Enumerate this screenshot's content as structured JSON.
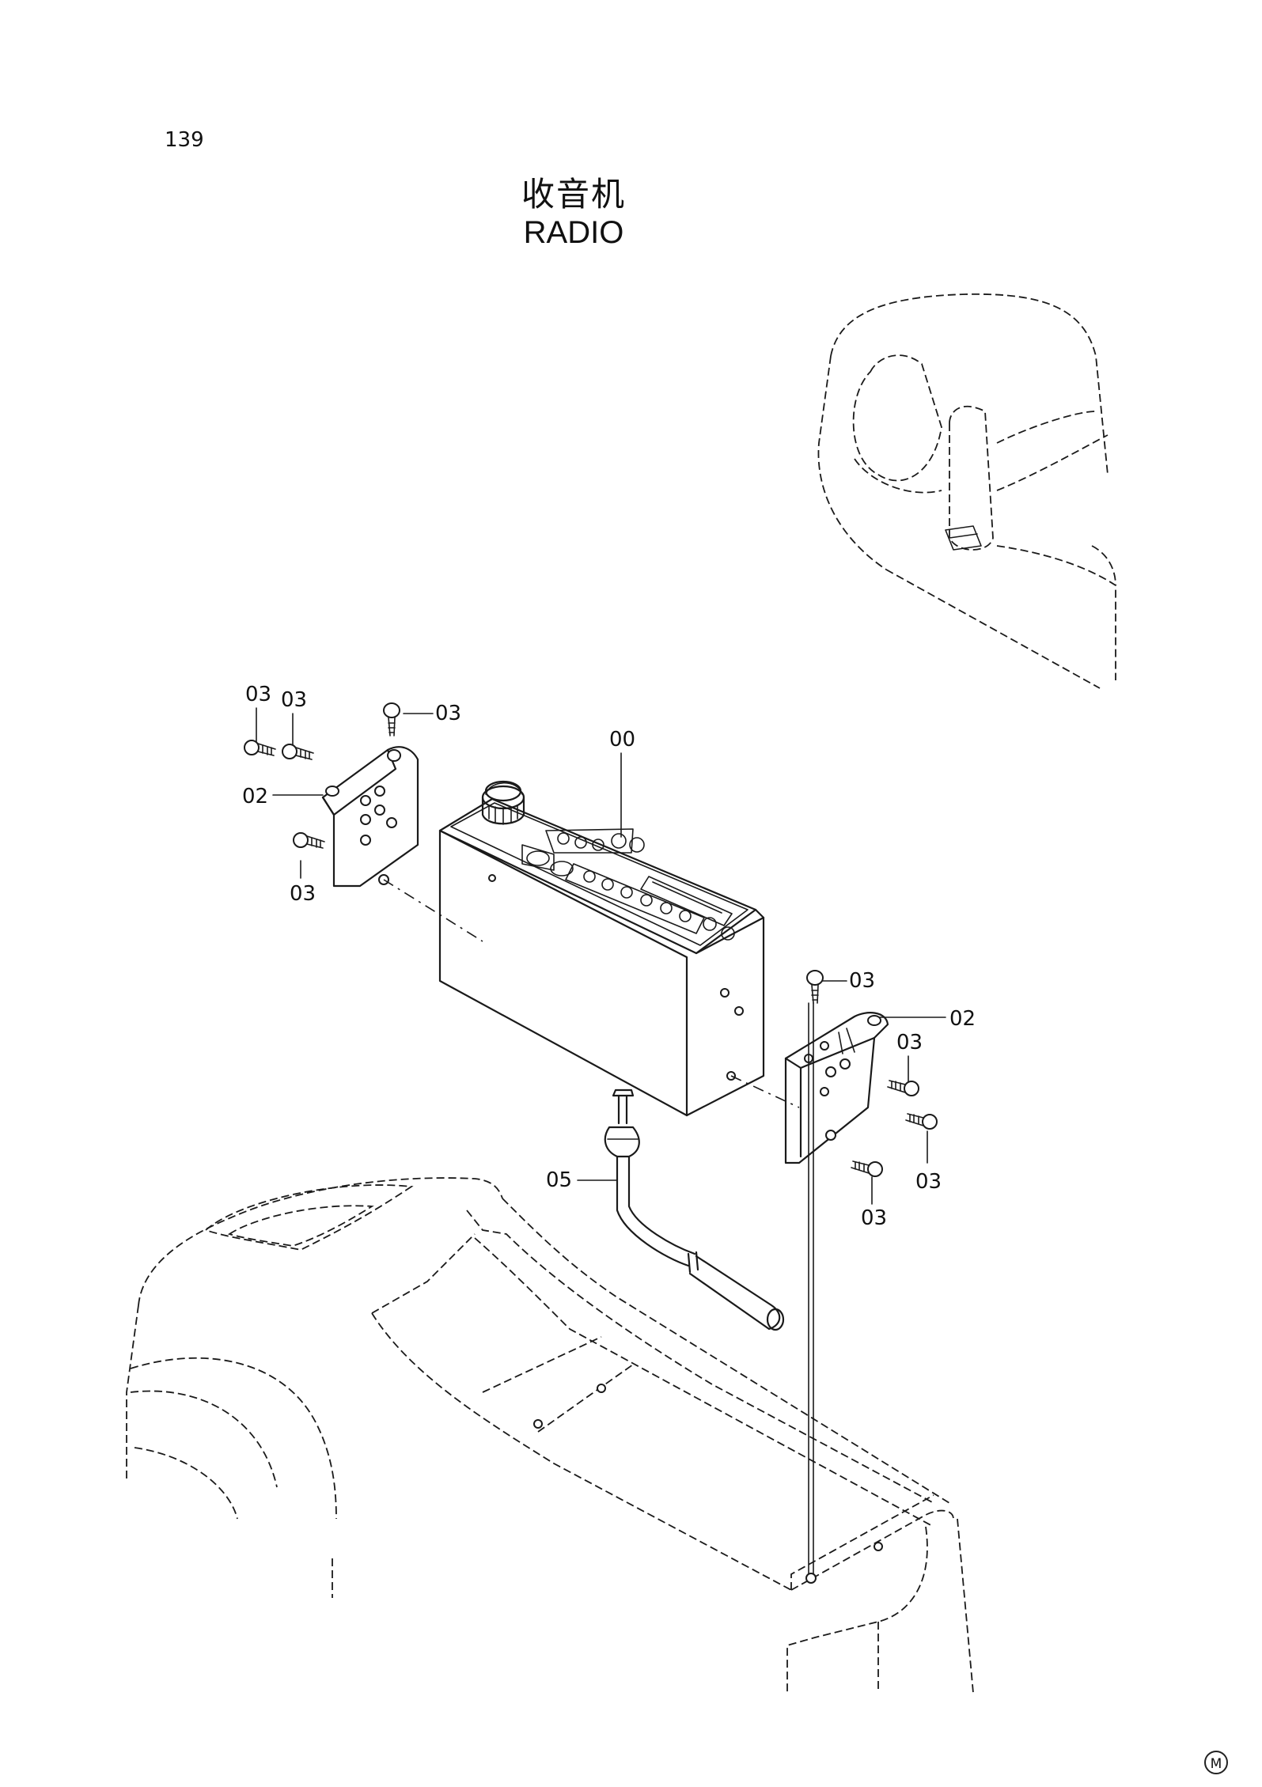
{
  "page": {
    "number": "139"
  },
  "title": {
    "chinese": "收音机",
    "english": "RADIO"
  },
  "callouts": {
    "radio": "00",
    "bracket_left": "02",
    "bracket_right": "02",
    "screw": "03",
    "antenna_cable": "05"
  },
  "footer": {
    "mark": "M"
  }
}
